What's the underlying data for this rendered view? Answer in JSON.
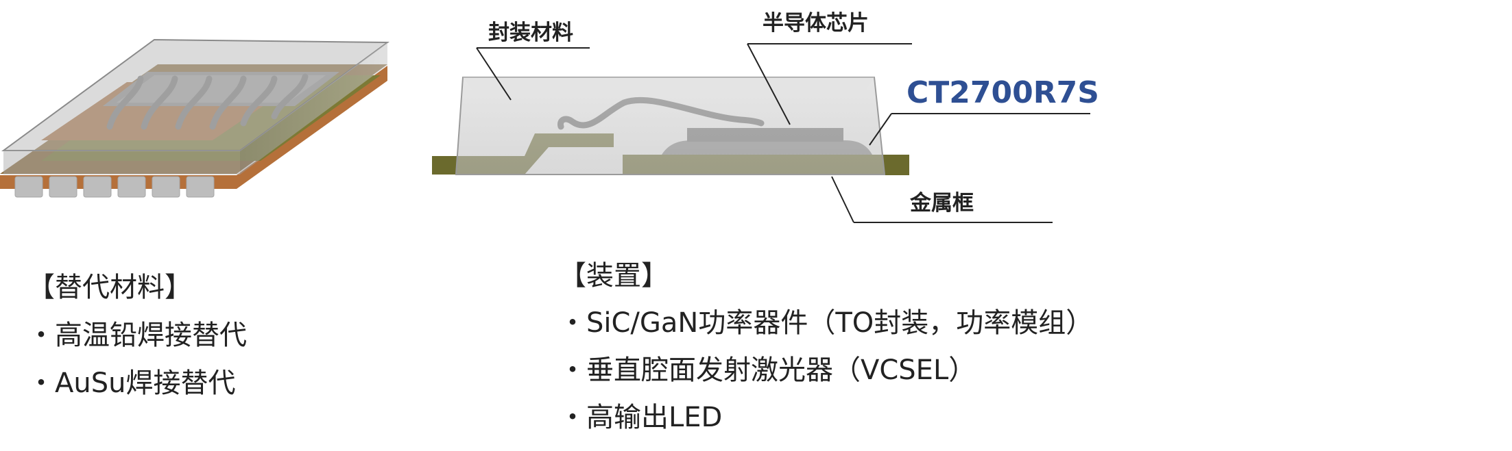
{
  "left_package_illustration": {
    "leads_count": 6
  },
  "cross_section": {
    "callouts": {
      "encapsulant": "封装材料",
      "semiconductor_chip": "半导体芯片",
      "product_code": "CT2700R7S",
      "lead_frame": "金属框"
    }
  },
  "colors": {
    "product_code": "#2e4f93",
    "lead_frame": "#6b6a2d",
    "copper_base": "#b5703a",
    "lead_pad": "#bdbdbd",
    "encapsulant": "#c9c9c9",
    "chip": "#6f6f6f",
    "text": "#222222"
  },
  "lists": {
    "alternative_materials": {
      "heading": "【替代材料】",
      "items": [
        "・高温铅焊接替代",
        "・AuSu焊接替代"
      ]
    },
    "devices": {
      "heading": "【装置】",
      "items": [
        "・SiC/GaN功率器件（TO封装，功率模组）",
        "・垂直腔面发射激光器（VCSEL）",
        "・高输出LED"
      ]
    }
  }
}
